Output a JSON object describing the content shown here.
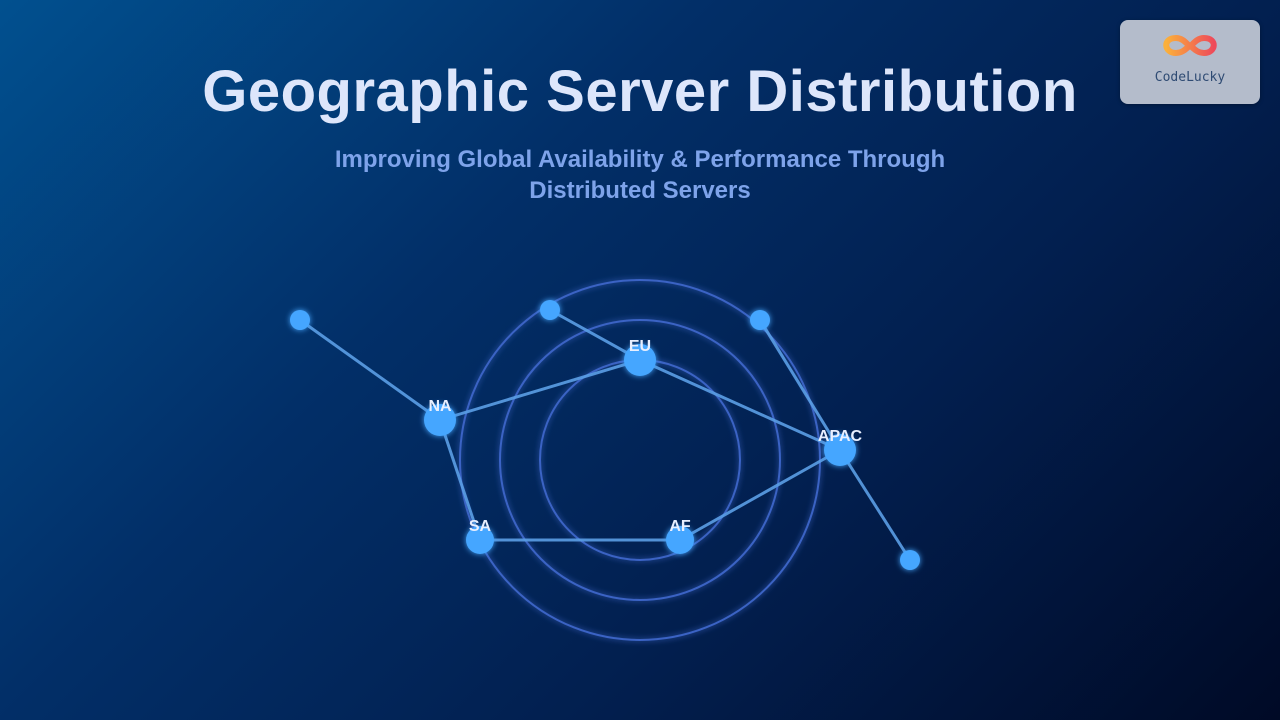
{
  "header": {
    "title": "Geographic Server Distribution",
    "subtitle": "Improving Global Availability & Performance Through Distributed Servers"
  },
  "logo": {
    "text": "CodeLucky"
  },
  "diagram": {
    "regions": {
      "na": "NA",
      "eu": "EU",
      "apac": "APAC",
      "sa": "SA",
      "af": "AF"
    },
    "colors": {
      "node": "#45a6ff",
      "edge": "#5b9ee6",
      "ring": "#3a63c4"
    }
  }
}
